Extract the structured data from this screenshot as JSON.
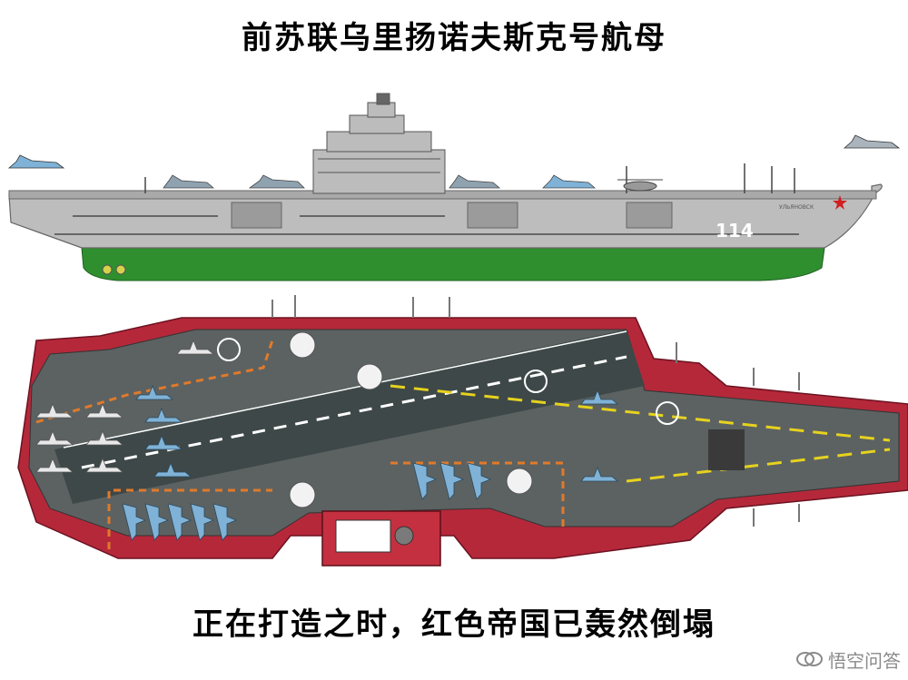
{
  "title": "前苏联乌里扬诺夫斯克号航母",
  "caption": "正在打造之时，红色帝国已轰然倒塌",
  "ship": {
    "hull_number": "114",
    "name_on_bow": "УЛЬЯНОВСК"
  },
  "watermark": {
    "text": "悟空问答"
  },
  "colors": {
    "hull_grey": "#b9b9b9",
    "hull_green": "#2f8f2f",
    "deck_grey": "#4f5a5a",
    "deck_red": "#b5283a",
    "line_white": "#ffffff",
    "line_yellow": "#e6d21e",
    "line_orange": "#e07a2b",
    "jet_blue": "#7fb2d6"
  },
  "icons": [
    "star-icon",
    "jet-icon",
    "helicopter-icon",
    "radar-dome-icon",
    "watermark-logo-icon"
  ]
}
